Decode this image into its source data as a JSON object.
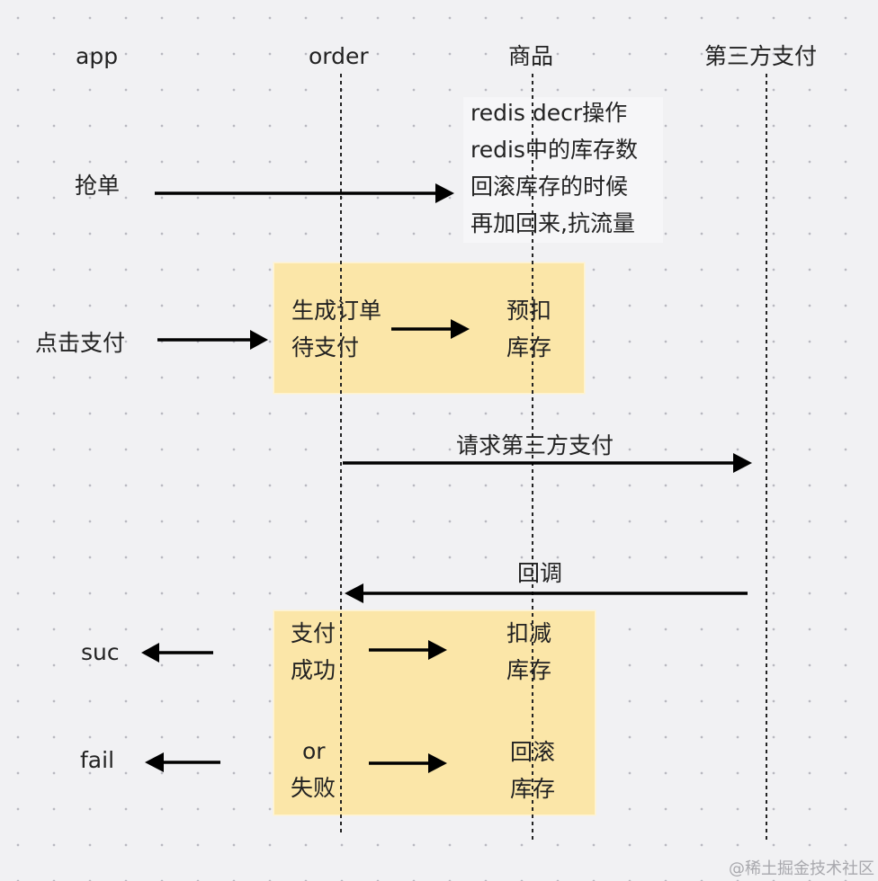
{
  "lanes": {
    "app": "app",
    "order": "order",
    "goods": "商品",
    "pay": "第三方支付"
  },
  "steps": {
    "grab": "抢单",
    "redis_note": "redis decr操作\nredis中的库存数\n回滚库存的时候\n再加回来,抗流量",
    "click_pay": "点击支付",
    "create_order": "生成订单\n待支付",
    "pre_deduct": "预扣\n库存",
    "request_pay": "请求第三方支付",
    "callback": "回调",
    "pay_success": "支付\n成功",
    "deduct_stock": "扣减\n库存",
    "or_fail_or": "or",
    "or_fail": "失败",
    "rollback_stock": "回滚\n库存",
    "suc": "suc",
    "fail": "fail"
  },
  "watermark": "@稀土掘金技术社区",
  "colors": {
    "box": "#fbe6a8",
    "arrow": "#000000",
    "background": "#f1f1f3"
  }
}
